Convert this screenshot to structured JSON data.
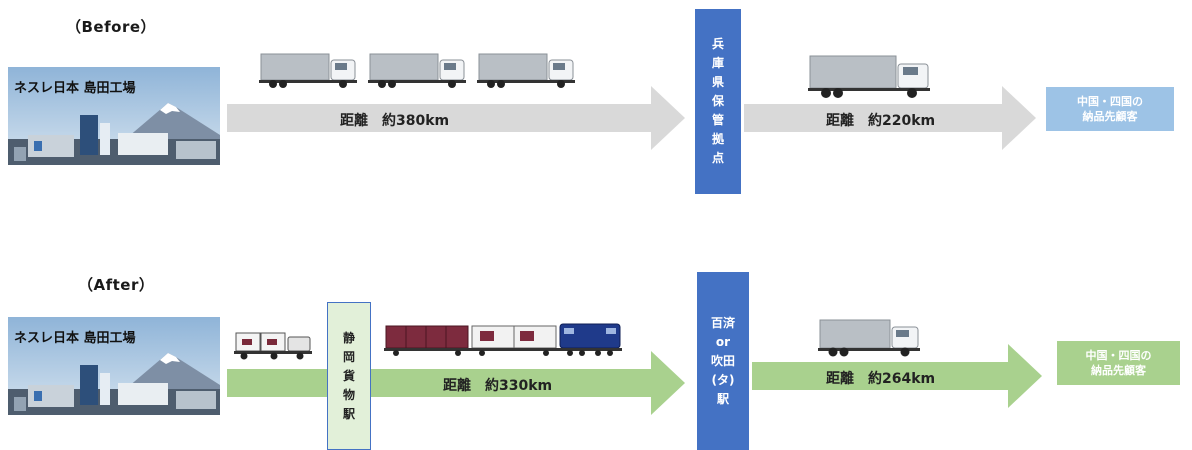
{
  "before": {
    "heading": "（Before）",
    "factory_label": "ネスレ日本 島田工場",
    "leg1_distance": "距離　約380km",
    "hub_chars": [
      "兵",
      "庫",
      "県",
      "保",
      "管",
      "拠",
      "点"
    ],
    "leg2_distance": "距離　約220km",
    "destination": [
      "中国・四国の",
      "納品先顧客"
    ]
  },
  "after": {
    "heading": "（After）",
    "factory_label": "ネスレ日本 島田工場",
    "station_chars": [
      "静",
      "岡",
      "貨",
      "物",
      "駅"
    ],
    "leg1_distance": "距離　約330km",
    "hub_lines": [
      "百済",
      "or",
      "吹田",
      "(タ)",
      "駅"
    ],
    "leg2_distance": "距離　約264km",
    "destination": [
      "中国・四国の",
      "納品先顧客"
    ]
  },
  "colors": {
    "before_arrow": "#d9d9d9",
    "after_arrow": "#a9d18e",
    "hub_blue": "#4472c4",
    "before_dest": "#9dc3e6",
    "after_dest": "#a9d18e",
    "station_fill": "#e2f0d9",
    "station_border": "#4472c4"
  },
  "icons": [
    "factory-photo",
    "truck-icon",
    "train-icon"
  ]
}
